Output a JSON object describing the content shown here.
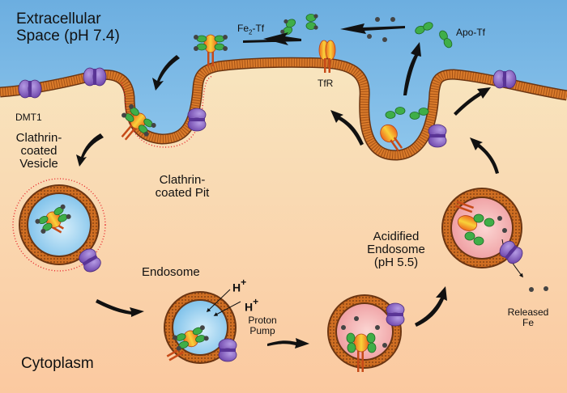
{
  "title": "Transferrin cycle: receptor-mediated endocytosis of iron",
  "regions": {
    "extracellular": "Extracellular\nSpace (pH 7.4)",
    "cytoplasm": "Cytoplasm"
  },
  "labels": {
    "fe2_tf_main": "Fe",
    "fe2_tf_sub": "2",
    "fe2_tf_rest": "-Tf",
    "apo_tf": "Apo-Tf",
    "tfr": "TfR",
    "dmt1": "DMT1",
    "clathrin_vesicle": "Clathrin-\ncoated\nVesicle",
    "clathrin_pit": "Clathrin-\ncoated Pit",
    "endosome": "Endosome",
    "h_plus_1": "H",
    "h_plus_2": "H",
    "plus_sign": "+",
    "proton_pump": "Proton\nPump",
    "acidified_endosome": "Acidified\nEndosome\n(pH 5.5)",
    "released_fe": "Released\nFe"
  },
  "colors": {
    "extracellular_top": "#6fb0e0",
    "extracellular_bottom": "#8cc3ea",
    "cytoplasm_top": "#f8e6bf",
    "cytoplasm_bottom": "#fbcba1",
    "membrane": "#c8651d",
    "membrane_dark": "#6b3512",
    "clathrin": "#e8232b",
    "lumen_neutral": "#9fd2ef",
    "lumen_acid": "#f2a8a8",
    "dmt1": "#8a63c2",
    "transferrin": "#3fae48",
    "tfr": "#f3a625",
    "iron": "#444444"
  }
}
